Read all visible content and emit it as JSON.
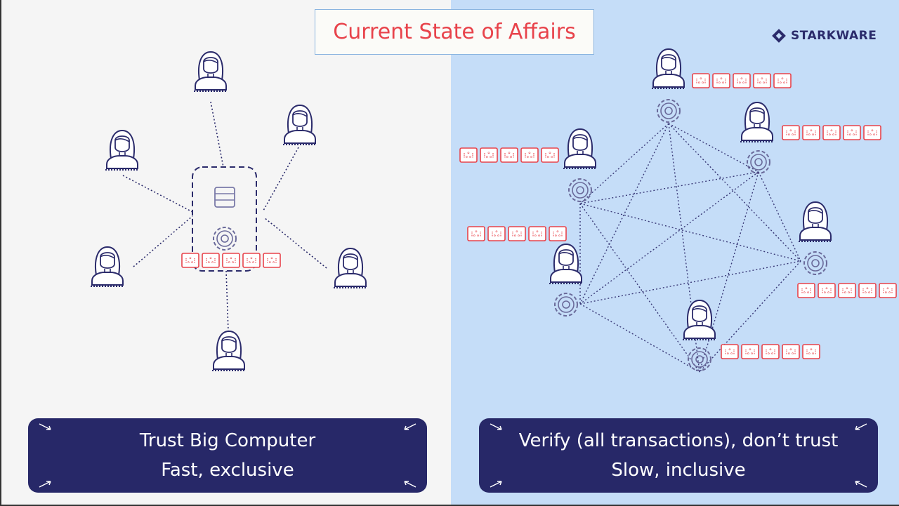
{
  "title": "Current State of Affairs",
  "logo": {
    "text_a": "STARK",
    "text_b": "WARE"
  },
  "left_caption": {
    "line1": "Trust Big Computer",
    "line2": "Fast, exclusive"
  },
  "right_caption": {
    "line1": "Verify (all transactions), don’t trust",
    "line2": "Slow, inclusive"
  },
  "colors": {
    "title": "#e8434b",
    "caption_bg": "#272868",
    "left_bg": "#f5f5f5",
    "right_bg": "#c5ddf8",
    "icon": "#2b2b6b",
    "tx": "#e8434b"
  },
  "icons": [
    "user-icon",
    "gear-icon",
    "server-icon",
    "transaction-icon"
  ]
}
